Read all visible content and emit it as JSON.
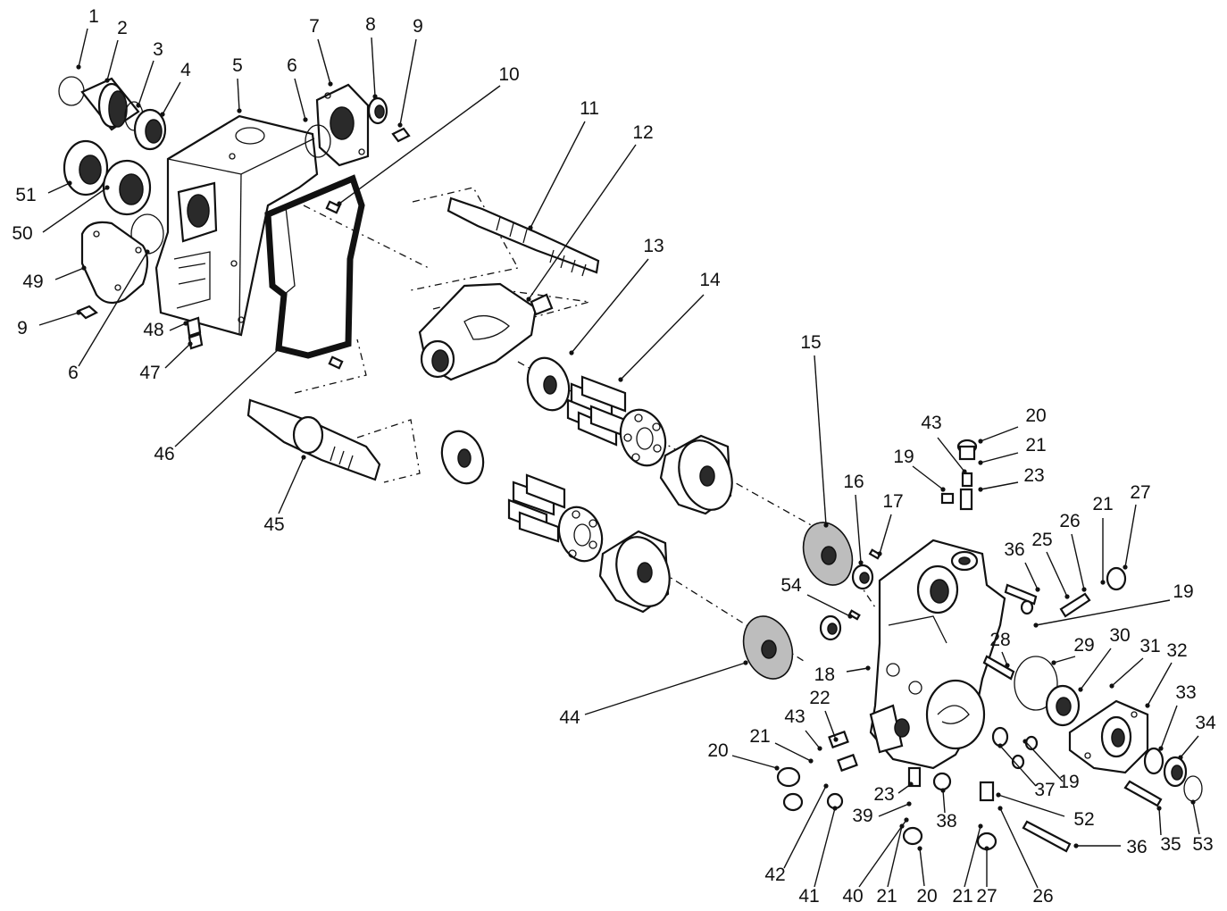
{
  "diagram": {
    "type": "exploded-parts-diagram",
    "labels": [
      {
        "id": "1",
        "text": "1"
      },
      {
        "id": "2",
        "text": "2"
      },
      {
        "id": "3",
        "text": "3"
      },
      {
        "id": "4",
        "text": "4"
      },
      {
        "id": "5",
        "text": "5"
      },
      {
        "id": "6a",
        "text": "6"
      },
      {
        "id": "7",
        "text": "7"
      },
      {
        "id": "8",
        "text": "8"
      },
      {
        "id": "9a",
        "text": "9"
      },
      {
        "id": "10",
        "text": "10"
      },
      {
        "id": "11",
        "text": "11"
      },
      {
        "id": "12",
        "text": "12"
      },
      {
        "id": "13",
        "text": "13"
      },
      {
        "id": "14",
        "text": "14"
      },
      {
        "id": "15",
        "text": "15"
      },
      {
        "id": "16",
        "text": "16"
      },
      {
        "id": "17",
        "text": "17"
      },
      {
        "id": "18",
        "text": "18"
      },
      {
        "id": "19a",
        "text": "19"
      },
      {
        "id": "19b",
        "text": "19"
      },
      {
        "id": "19c",
        "text": "19"
      },
      {
        "id": "20a",
        "text": "20"
      },
      {
        "id": "20b",
        "text": "20"
      },
      {
        "id": "20c",
        "text": "20"
      },
      {
        "id": "21a",
        "text": "21"
      },
      {
        "id": "21b",
        "text": "21"
      },
      {
        "id": "21c",
        "text": "21"
      },
      {
        "id": "21d",
        "text": "21"
      },
      {
        "id": "21e",
        "text": "21"
      },
      {
        "id": "22",
        "text": "22"
      },
      {
        "id": "23a",
        "text": "23"
      },
      {
        "id": "23b",
        "text": "23"
      },
      {
        "id": "25",
        "text": "25"
      },
      {
        "id": "26a",
        "text": "26"
      },
      {
        "id": "26b",
        "text": "26"
      },
      {
        "id": "27a",
        "text": "27"
      },
      {
        "id": "27b",
        "text": "27"
      },
      {
        "id": "28",
        "text": "28"
      },
      {
        "id": "29",
        "text": "29"
      },
      {
        "id": "30",
        "text": "30"
      },
      {
        "id": "31",
        "text": "31"
      },
      {
        "id": "32",
        "text": "32"
      },
      {
        "id": "33",
        "text": "33"
      },
      {
        "id": "34",
        "text": "34"
      },
      {
        "id": "35",
        "text": "35"
      },
      {
        "id": "36a",
        "text": "36"
      },
      {
        "id": "36b",
        "text": "36"
      },
      {
        "id": "37",
        "text": "37"
      },
      {
        "id": "38",
        "text": "38"
      },
      {
        "id": "39",
        "text": "39"
      },
      {
        "id": "40",
        "text": "40"
      },
      {
        "id": "41",
        "text": "41"
      },
      {
        "id": "42",
        "text": "42"
      },
      {
        "id": "43a",
        "text": "43"
      },
      {
        "id": "43b",
        "text": "43"
      },
      {
        "id": "44",
        "text": "44"
      },
      {
        "id": "45",
        "text": "45"
      },
      {
        "id": "46",
        "text": "46"
      },
      {
        "id": "47",
        "text": "47"
      },
      {
        "id": "48",
        "text": "48"
      },
      {
        "id": "49",
        "text": "49"
      },
      {
        "id": "50",
        "text": "50"
      },
      {
        "id": "51",
        "text": "51"
      },
      {
        "id": "52",
        "text": "52"
      },
      {
        "id": "53",
        "text": "53"
      },
      {
        "id": "54",
        "text": "54"
      },
      {
        "id": "6b",
        "text": "6"
      },
      {
        "id": "9b",
        "text": "9"
      }
    ]
  }
}
